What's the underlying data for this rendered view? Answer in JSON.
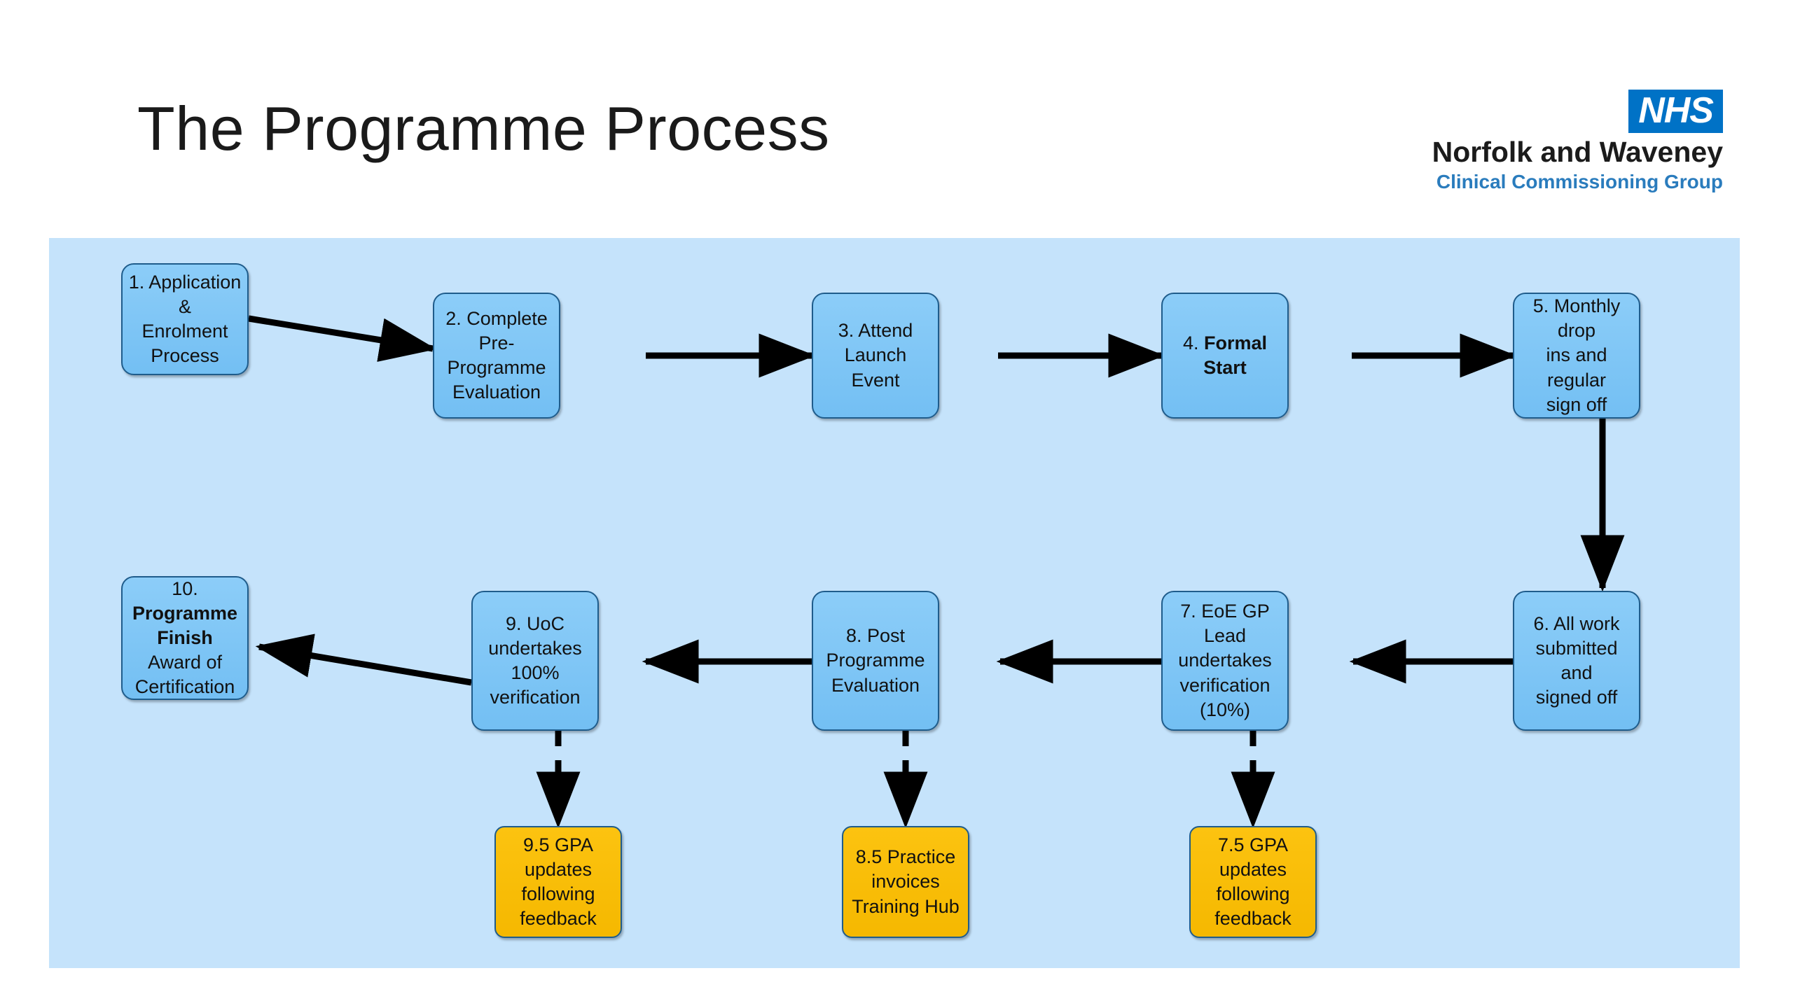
{
  "header": {
    "title": "The Programme Process",
    "logo": {
      "badge": "NHS",
      "organisation": "Norfolk and Waveney",
      "subtitle": "Clinical Commissioning Group"
    }
  },
  "colors": {
    "panel_background": "#c5e3fb",
    "node_blue": "#7dc4f5",
    "node_yellow": "#f8bf06",
    "node_border": "#1f5c8b",
    "connector": "#000000",
    "nhs_blue": "#0072c6",
    "nhs_subtitle_blue": "#2a7cbd"
  },
  "diagram": {
    "type": "flowchart",
    "nodes": [
      {
        "id": "n1",
        "kind": "blue",
        "lines": [
          {
            "text": "1. Application &",
            "bold": false
          },
          {
            "text": "Enrolment",
            "bold": false
          },
          {
            "text": "Process",
            "bold": false
          }
        ]
      },
      {
        "id": "n2",
        "kind": "blue",
        "lines": [
          {
            "text": "2. Complete",
            "bold": false
          },
          {
            "text": "Pre-",
            "bold": false
          },
          {
            "text": "Programme",
            "bold": false
          },
          {
            "text": "Evaluation",
            "bold": false
          }
        ]
      },
      {
        "id": "n3",
        "kind": "blue",
        "lines": [
          {
            "text": "3. Attend",
            "bold": false
          },
          {
            "text": "Launch Event",
            "bold": false
          }
        ]
      },
      {
        "id": "n4",
        "kind": "blue",
        "lines": [
          {
            "text": "4. ",
            "bold": false,
            "inline": true
          },
          {
            "text": "Formal Start",
            "bold": true,
            "inline": true
          }
        ]
      },
      {
        "id": "n5",
        "kind": "blue",
        "lines": [
          {
            "text": "5. Monthly drop",
            "bold": false
          },
          {
            "text": "ins and regular",
            "bold": false
          },
          {
            "text": "sign off",
            "bold": false
          }
        ]
      },
      {
        "id": "n6",
        "kind": "blue",
        "lines": [
          {
            "text": "6. All work",
            "bold": false
          },
          {
            "text": "submitted and",
            "bold": false
          },
          {
            "text": "signed off",
            "bold": false
          }
        ]
      },
      {
        "id": "n7",
        "kind": "blue",
        "lines": [
          {
            "text": "7. EoE GP",
            "bold": false
          },
          {
            "text": "Lead",
            "bold": false
          },
          {
            "text": "undertakes",
            "bold": false
          },
          {
            "text": "verification",
            "bold": false
          },
          {
            "text": "(10%)",
            "bold": false
          }
        ]
      },
      {
        "id": "n8",
        "kind": "blue",
        "lines": [
          {
            "text": "8. Post",
            "bold": false
          },
          {
            "text": "Programme",
            "bold": false
          },
          {
            "text": "Evaluation",
            "bold": false
          }
        ]
      },
      {
        "id": "n9",
        "kind": "blue",
        "lines": [
          {
            "text": "9. UoC",
            "bold": false
          },
          {
            "text": "undertakes",
            "bold": false
          },
          {
            "text": "100%",
            "bold": false
          },
          {
            "text": "verification",
            "bold": false
          }
        ]
      },
      {
        "id": "n10",
        "kind": "blue",
        "lines": [
          {
            "text": "10.",
            "bold": false
          },
          {
            "text": "Programme",
            "bold": true
          },
          {
            "text": "Finish",
            "bold": true
          },
          {
            "text": "Award of",
            "bold": false
          },
          {
            "text": "Certification",
            "bold": false
          }
        ]
      },
      {
        "id": "n75",
        "kind": "yellow",
        "lines": [
          {
            "text": "7.5 GPA",
            "bold": false
          },
          {
            "text": "updates",
            "bold": false
          },
          {
            "text": "following",
            "bold": false
          },
          {
            "text": "feedback",
            "bold": false
          }
        ]
      },
      {
        "id": "n85",
        "kind": "yellow",
        "lines": [
          {
            "text": "8.5 Practice",
            "bold": false
          },
          {
            "text": "invoices",
            "bold": false
          },
          {
            "text": "Training Hub",
            "bold": false
          }
        ]
      },
      {
        "id": "n95",
        "kind": "yellow",
        "lines": [
          {
            "text": "9.5 GPA",
            "bold": false
          },
          {
            "text": "updates",
            "bold": false
          },
          {
            "text": "following",
            "bold": false
          },
          {
            "text": "feedback",
            "bold": false
          }
        ]
      }
    ],
    "edges": [
      {
        "from": "n1",
        "to": "n2",
        "style": "solid"
      },
      {
        "from": "n2",
        "to": "n3",
        "style": "solid"
      },
      {
        "from": "n3",
        "to": "n4",
        "style": "solid"
      },
      {
        "from": "n4",
        "to": "n5",
        "style": "solid"
      },
      {
        "from": "n5",
        "to": "n6",
        "style": "solid"
      },
      {
        "from": "n6",
        "to": "n7",
        "style": "solid"
      },
      {
        "from": "n7",
        "to": "n8",
        "style": "solid"
      },
      {
        "from": "n8",
        "to": "n9",
        "style": "solid"
      },
      {
        "from": "n9",
        "to": "n10",
        "style": "solid"
      },
      {
        "from": "n7",
        "to": "n75",
        "style": "dashed"
      },
      {
        "from": "n8",
        "to": "n85",
        "style": "dashed"
      },
      {
        "from": "n9",
        "to": "n95",
        "style": "dashed"
      }
    ]
  }
}
